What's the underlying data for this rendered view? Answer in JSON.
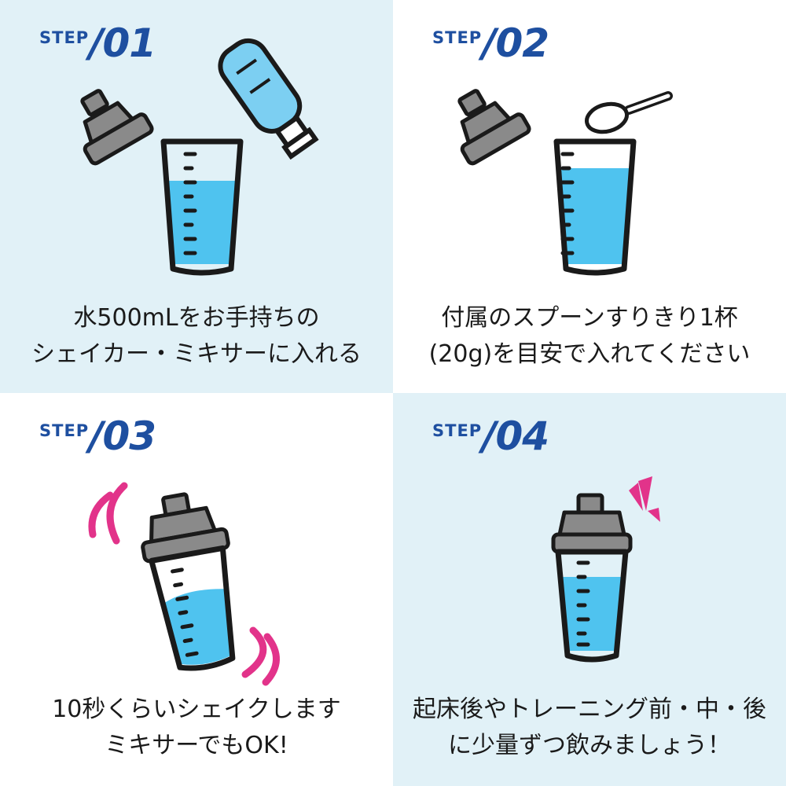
{
  "colors": {
    "panel_light": "#e1f1f7",
    "panel_white": "#ffffff",
    "step_blue": "#1e4fa0",
    "water_blue": "#4fc3ef",
    "lid_gray": "#8a8a8a",
    "accent_pink": "#e2338a"
  },
  "steps": [
    {
      "label": "STEP",
      "number": "/01",
      "caption_lines": [
        "水500mLをお手持ちの",
        "シェイカー・ミキサーに入れる"
      ],
      "illustration": "water-bottle-pouring-into-shaker"
    },
    {
      "label": "STEP",
      "number": "/02",
      "caption_lines": [
        "付属のスプーンすりきり1杯",
        "(20g)を目安で入れてください"
      ],
      "illustration": "powder-spoon-into-shaker"
    },
    {
      "label": "STEP",
      "number": "/03",
      "caption_lines": [
        "10秒くらいシェイクします",
        "ミキサーでもOK!"
      ],
      "illustration": "shaking-shaker"
    },
    {
      "label": "STEP",
      "number": "/04",
      "caption_lines": [
        "起床後やトレーニング前・中・後",
        "に少量ずつ飲みましょう！"
      ],
      "illustration": "closed-shaker-ready"
    }
  ]
}
